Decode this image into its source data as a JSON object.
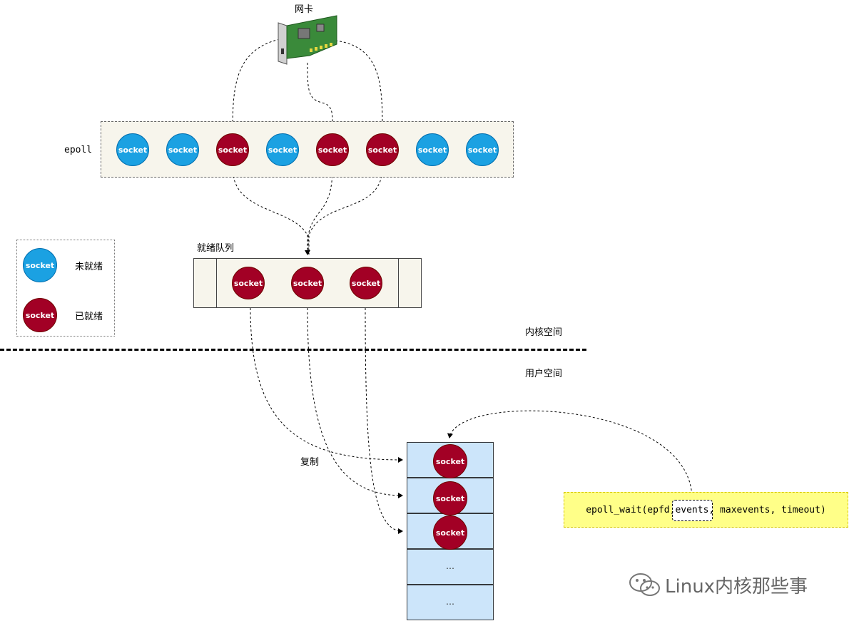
{
  "labels": {
    "nic": "网卡",
    "epoll": "epoll",
    "ready_queue": "就绪队列",
    "kernel_space": "内核空间",
    "user_space": "用户空间",
    "copy": "复制"
  },
  "socket_label": "socket",
  "epoll_sockets": [
    {
      "state": "not-ready"
    },
    {
      "state": "not-ready"
    },
    {
      "state": "ready"
    },
    {
      "state": "not-ready"
    },
    {
      "state": "ready"
    },
    {
      "state": "ready"
    },
    {
      "state": "not-ready"
    },
    {
      "state": "not-ready"
    }
  ],
  "ready_queue_sockets": [
    "socket",
    "socket",
    "socket"
  ],
  "legend": {
    "not_ready": "未就绪",
    "ready": "已就绪"
  },
  "user_events": {
    "cells": [
      "socket",
      "socket",
      "socket",
      "…",
      "…"
    ]
  },
  "call": {
    "prefix": "epoll_wait(epfd,",
    "highlight": "events",
    "suffix": ", maxevents, timeout)"
  },
  "watermark": "Linux内核那些事",
  "colors": {
    "not_ready": "#1ba1e2",
    "ready": "#a20025",
    "epoll_bg": "#f7f5ec",
    "user_cell_bg": "#cce5fa",
    "call_bg": "#ffff88"
  }
}
